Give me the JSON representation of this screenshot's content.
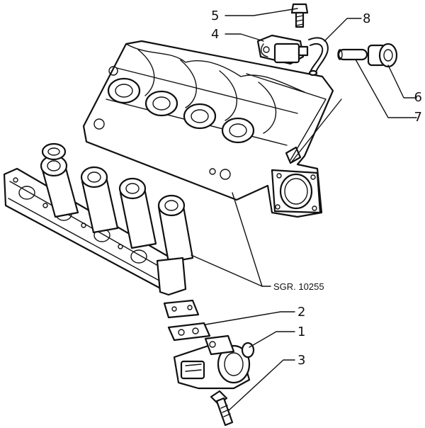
{
  "diagram": {
    "reference_code": "SGR. 10255",
    "callouts": [
      {
        "id": "callout-1",
        "label": "1"
      },
      {
        "id": "callout-2",
        "label": "2"
      },
      {
        "id": "callout-3",
        "label": "3"
      },
      {
        "id": "callout-4",
        "label": "4"
      },
      {
        "id": "callout-5",
        "label": "5"
      },
      {
        "id": "callout-6",
        "label": "6"
      },
      {
        "id": "callout-7",
        "label": "7"
      },
      {
        "id": "callout-8",
        "label": "8"
      }
    ]
  }
}
